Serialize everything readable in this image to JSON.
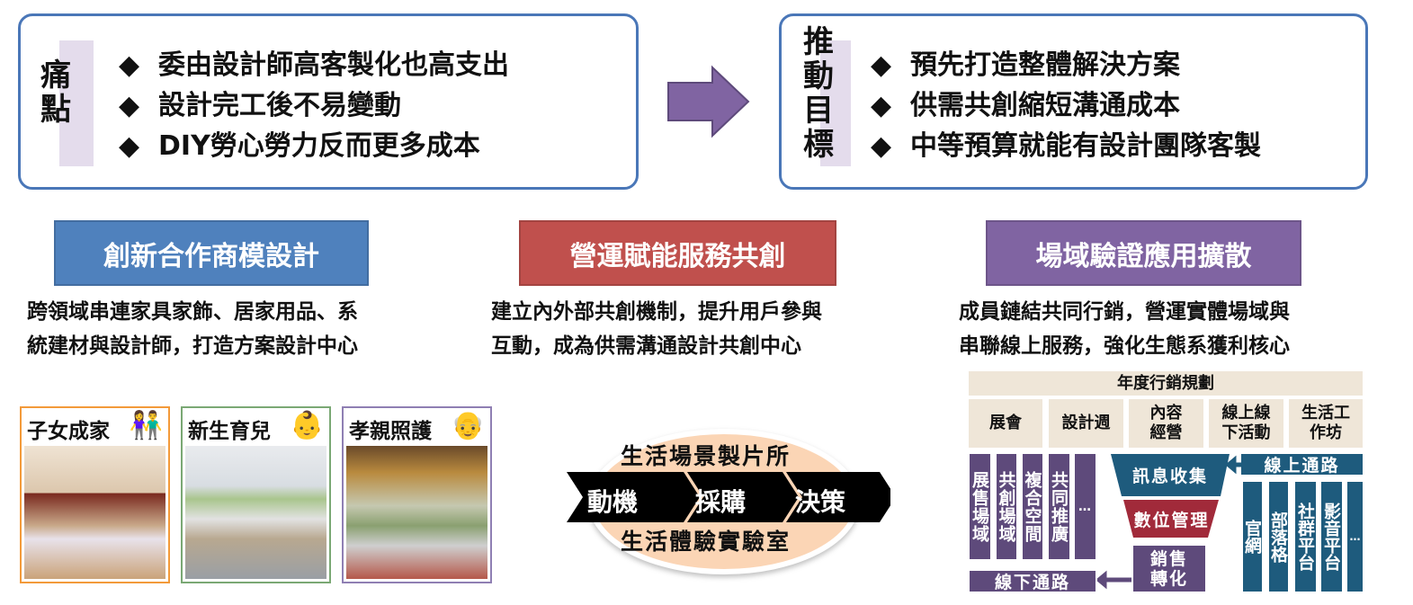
{
  "pain": {
    "label": "痛點",
    "items": [
      "委由設計師高客製化也高支出",
      "設計完工後不易變動",
      "DIY勞心勞力反而更多成本"
    ]
  },
  "goal": {
    "label": "推動目標",
    "items": [
      "預先打造整體解決方案",
      "供需共創縮短溝通成本",
      "中等預算就能有設計團隊客製"
    ]
  },
  "bullet": "◆",
  "pillars": [
    {
      "title": "創新合作商模設計",
      "desc": [
        "跨領域串連家具家飾、居家用品、系",
        "統建材與設計師，打造方案設計中心"
      ],
      "color": "#4f81bd"
    },
    {
      "title": "營運賦能服務共創",
      "desc": [
        "建立內外部共創機制，提升用戶參與",
        "互動，成為供需溝通設計共創中心"
      ],
      "color": "#c0504d"
    },
    {
      "title": "場域驗證應用擴散",
      "desc": [
        "成員鏈結共同行銷，營運實體場域與",
        "串聯線上服務，強化生態系獲利核心"
      ],
      "color": "#8064a2"
    }
  ],
  "cards": [
    {
      "title": "子女成家",
      "color": "#f39a3a"
    },
    {
      "title": "新生育兒",
      "color": "#7aa874"
    },
    {
      "title": "孝親照護",
      "color": "#8f7fb3"
    }
  ],
  "journey": {
    "top": "生活場景製片所",
    "bottom": "生活體驗實驗室",
    "steps": [
      "動機",
      "採購",
      "決策"
    ]
  },
  "marketing": {
    "title": "年度行銷規劃",
    "categories": [
      "展會",
      "設計週",
      "內容\n經營",
      "線上線\n下活動",
      "生活工\n作坊"
    ],
    "offline_items": [
      "展售場域",
      "共創場域",
      "複合空間",
      "共同推廣",
      "…"
    ],
    "offline_label": "線下通路",
    "funnel": [
      "訊息收集",
      "數位管理",
      "銷售\n轉化"
    ],
    "online_label": "線上通路",
    "online_items": [
      "官網",
      "部落格",
      "社群平台",
      "影音平台",
      "…"
    ]
  }
}
